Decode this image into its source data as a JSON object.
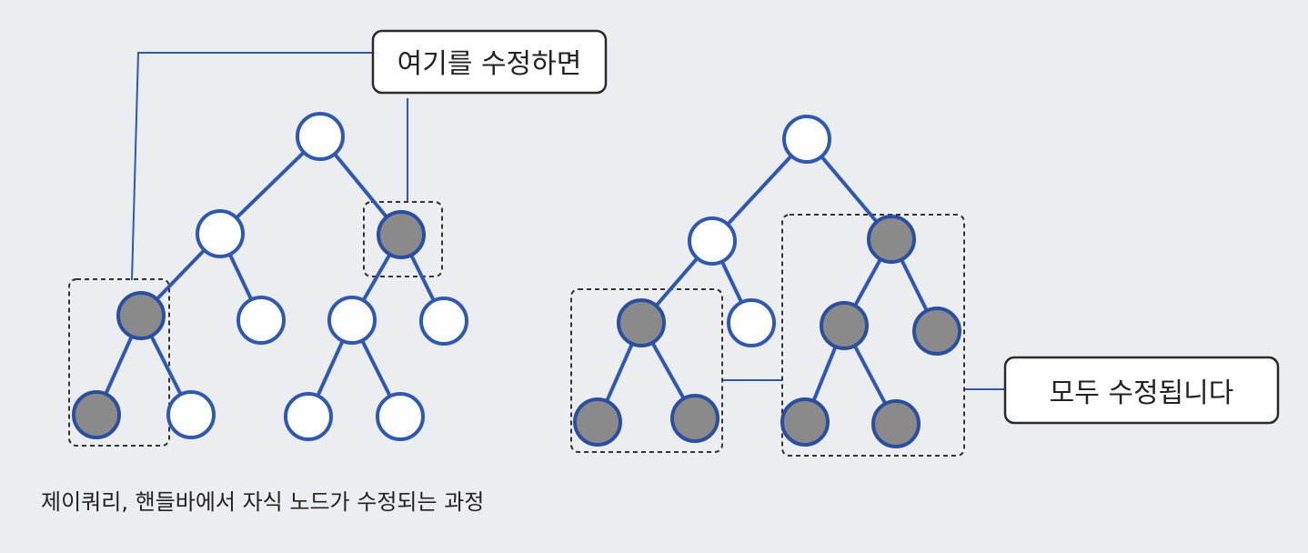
{
  "callouts": {
    "left": "여기를 수정하면",
    "right": "모두 수정됩니다"
  },
  "caption": "제이쿼리, 핸들바에서 자식 노드가 수정되는 과정",
  "colors": {
    "edge": "#2f58b0",
    "modified_node": "#8a8a8a",
    "normal_node": "#ffffff",
    "background": "#ecedf0"
  },
  "trees": [
    {
      "name": "left-tree",
      "nodes": [
        {
          "id": "r",
          "modified": false
        },
        {
          "id": "a",
          "modified": false
        },
        {
          "id": "b",
          "modified": true
        },
        {
          "id": "a1",
          "modified": true
        },
        {
          "id": "a2",
          "modified": false
        },
        {
          "id": "b1",
          "modified": false
        },
        {
          "id": "b2",
          "modified": false
        },
        {
          "id": "a1a",
          "modified": true
        },
        {
          "id": "a1b",
          "modified": false
        },
        {
          "id": "b1a",
          "modified": false
        },
        {
          "id": "b1b",
          "modified": false
        }
      ]
    },
    {
      "name": "right-tree",
      "nodes": [
        {
          "id": "r",
          "modified": false
        },
        {
          "id": "a",
          "modified": false
        },
        {
          "id": "b",
          "modified": true
        },
        {
          "id": "a1",
          "modified": true
        },
        {
          "id": "a2",
          "modified": false
        },
        {
          "id": "b1",
          "modified": true
        },
        {
          "id": "b2",
          "modified": true
        },
        {
          "id": "a1a",
          "modified": true
        },
        {
          "id": "a1b",
          "modified": true
        },
        {
          "id": "b1a",
          "modified": true
        },
        {
          "id": "b1b",
          "modified": true
        }
      ]
    }
  ]
}
